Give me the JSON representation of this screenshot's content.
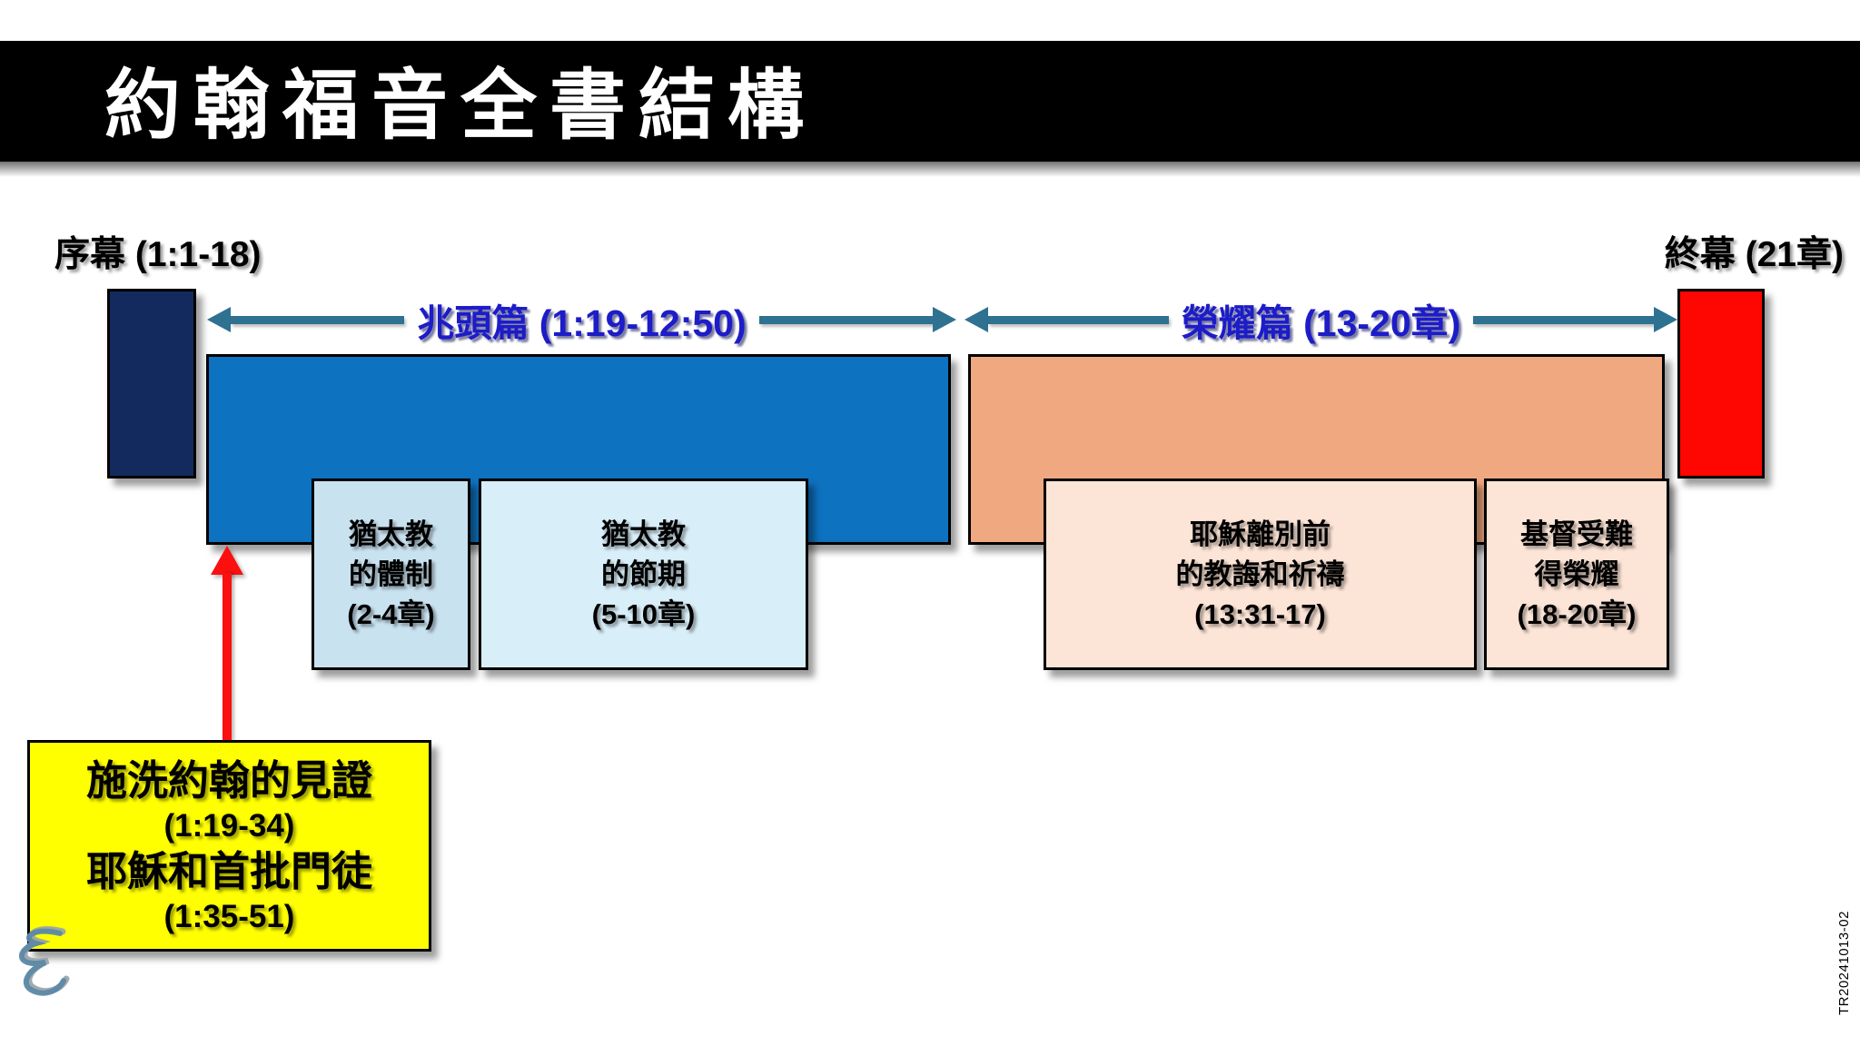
{
  "title": "約翰福音全書結構",
  "labels": {
    "prologue": "序幕 (1:1-18)",
    "epilogue": "終幕 (21章)"
  },
  "sections": [
    {
      "label": "兆頭篇 (1:19-12:50)"
    },
    {
      "label": "榮耀篇 (13-20章)"
    }
  ],
  "sub_boxes": [
    {
      "lines": [
        "猶太教",
        "的體制",
        "(2-4章)"
      ]
    },
    {
      "lines": [
        "猶太教",
        "的節期",
        "(5-10章)"
      ]
    },
    {
      "lines": [
        "耶穌離別前",
        "的教誨和祈禱",
        "(13:31-17)"
      ]
    },
    {
      "lines": [
        "基督受難",
        "得榮耀",
        "(18-20章)"
      ]
    }
  ],
  "callout": {
    "lines": [
      "施洗約翰的見證",
      "(1:19-34)",
      "耶穌和首批門徒",
      "(1:35-51)"
    ]
  },
  "doc_code": "TR20241013-02",
  "icons": [
    "z-swirl-logo",
    "left-arrowhead",
    "right-arrowhead",
    "up-arrowhead"
  ],
  "colors": {
    "header_bg": "#000000",
    "title_text": "#FFFFFF",
    "prologue_box": "#132A5E",
    "epilogue_box": "#FE0602",
    "signs_bar": "#0D72C0",
    "glory_bar": "#F0A881",
    "sub_box_blue_1": "#C9E2F0",
    "sub_box_blue_2": "#D8EEF8",
    "sub_box_pink": "#FCE4D6",
    "callout_bg": "#FFFF00",
    "arrow_teal": "#2E7191",
    "section_label_text": "#1C1CC8",
    "callout_arrow": "#FB0F0F",
    "logo_gray": "#97A1A8",
    "logo_blue": "#5C89A6"
  }
}
